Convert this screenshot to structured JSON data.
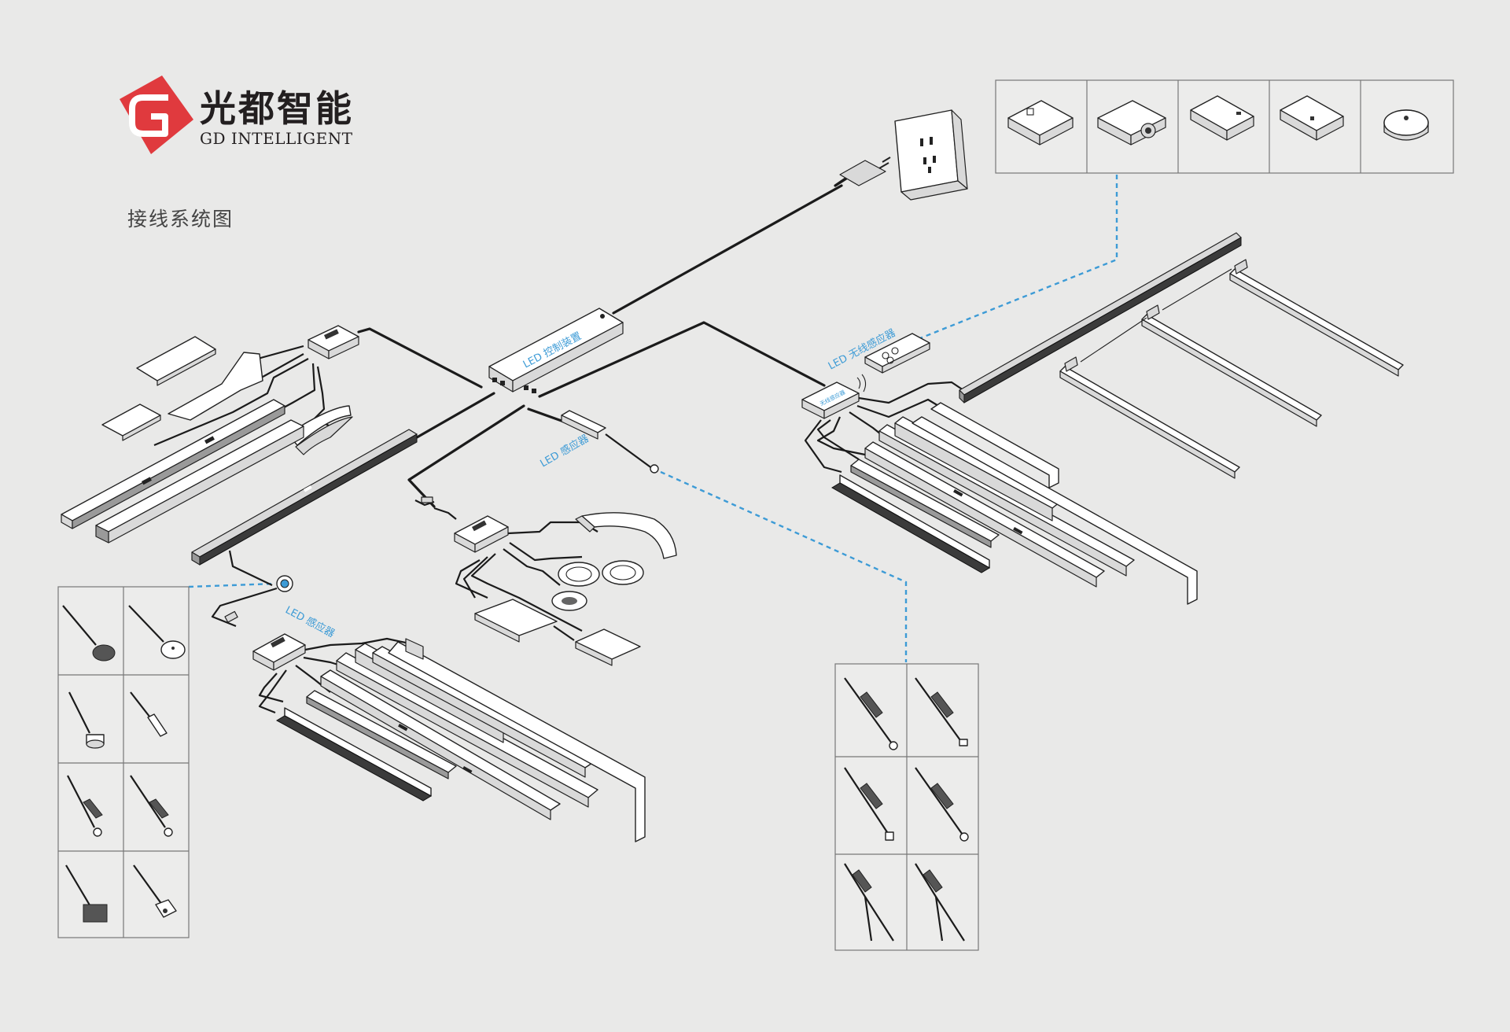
{
  "brand": {
    "name_cn": "光都智能",
    "name_en": "GD INTELLIGENT",
    "logo_letter": "G",
    "logo_color": "#e03a3e"
  },
  "page": {
    "title": "接线系统图"
  },
  "labels": {
    "controller": "LED 控制装置",
    "wireless_sensor": "LED 无线感应器",
    "sensor_center": "LED 感应器",
    "sensor_left": "LED 感应器",
    "hub_tiny": "无线感应器"
  },
  "colors": {
    "accent_blue": "#3d9bd6",
    "cable": "#1b1b1b",
    "background": "#e9e9e8"
  },
  "panels": {
    "remotes": {
      "items": [
        "wall-switch-remote",
        "round-knob-remote",
        "slim-remote",
        "slim-remote-alt",
        "round-dimmer"
      ]
    },
    "left_sensors": {
      "items": [
        "round-touch-sensor",
        "round-dimmer-sensor",
        "cylinder-sensor",
        "inline-switch-sensor",
        "door-sensor",
        "ir-sensor",
        "square-touch-sensor",
        "hand-wave-sensor"
      ]
    },
    "right_sensors": {
      "items": [
        "inline-ir-sensor",
        "inline-touch-sensor",
        "inline-driver-sensor",
        "inline-door-sensor",
        "y-split-sensor",
        "y-split-sensor-alt"
      ]
    }
  }
}
